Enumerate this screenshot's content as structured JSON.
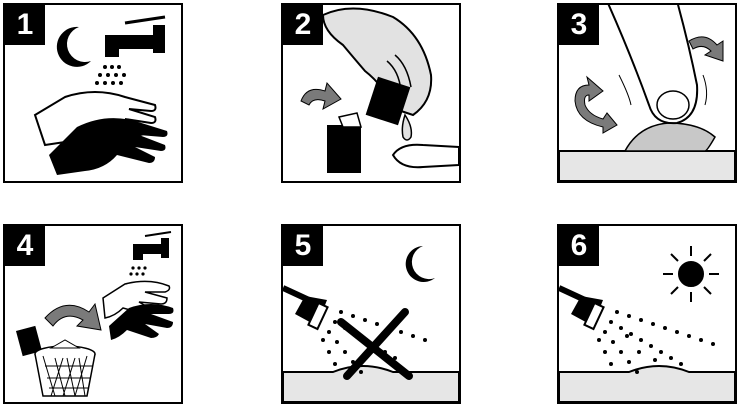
{
  "steps": [
    {
      "number": "1",
      "icons": [
        "moon-icon",
        "faucet-icon",
        "water-drops-icon",
        "hands-icon"
      ]
    },
    {
      "number": "2",
      "icons": [
        "hand-icon",
        "sachet-icon",
        "curved-arrow-icon",
        "open-sachet-icon",
        "fingertip-icon"
      ]
    },
    {
      "number": "3",
      "icons": [
        "finger-icon",
        "curved-arrow-icon",
        "cream-mound-icon"
      ]
    },
    {
      "number": "4",
      "icons": [
        "faucet-icon",
        "hands-icon",
        "sachet-icon",
        "curved-arrow-icon",
        "waste-basket-icon"
      ]
    },
    {
      "number": "5",
      "icons": [
        "moon-icon",
        "shower-head-icon",
        "cross-icon",
        "floor-icon"
      ]
    },
    {
      "number": "6",
      "icons": [
        "sun-icon",
        "shower-head-icon",
        "floor-icon"
      ]
    }
  ],
  "colors": {
    "ink": "#000000",
    "panel": "#ffffff",
    "skin": "#ffffff",
    "arrow": "#7a7a7a",
    "floor": "#e6e6e6",
    "cream": "#c8c8c8"
  }
}
